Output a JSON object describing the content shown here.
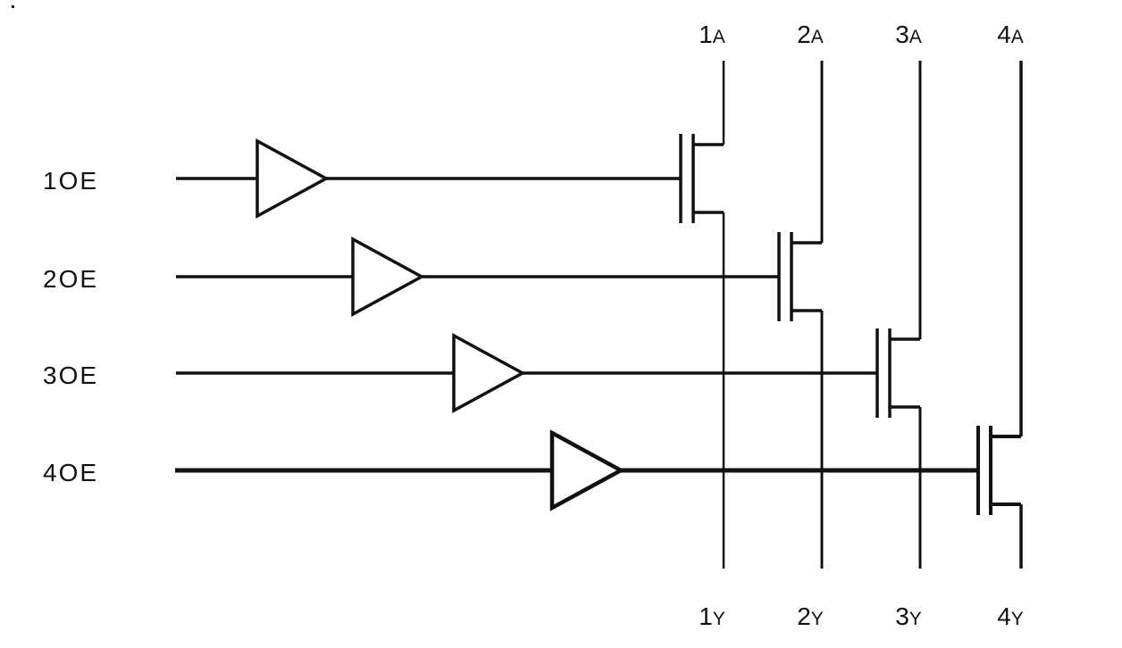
{
  "diagram": {
    "enable_labels": [
      "1OE",
      "2OE",
      "3OE",
      "4OE"
    ],
    "top_labels": [
      {
        "num": "1",
        "letter": "A"
      },
      {
        "num": "2",
        "letter": "A"
      },
      {
        "num": "3",
        "letter": "A"
      },
      {
        "num": "4",
        "letter": "A"
      }
    ],
    "bottom_labels": [
      {
        "num": "1",
        "letter": "Y"
      },
      {
        "num": "2",
        "letter": "Y"
      },
      {
        "num": "3",
        "letter": "Y"
      },
      {
        "num": "4",
        "letter": "Y"
      }
    ]
  },
  "colors": {
    "line": "#111111",
    "background": "#ffffff"
  }
}
